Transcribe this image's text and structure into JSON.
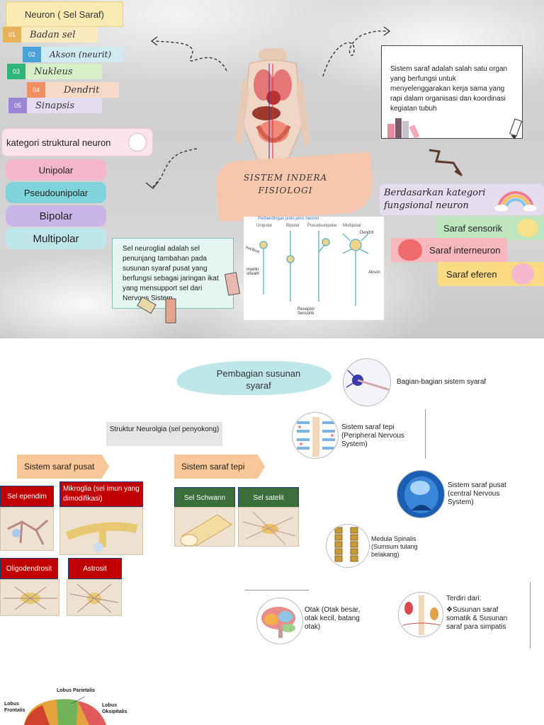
{
  "neuron_list": {
    "title": "Neuron ( Sel Saraf)",
    "items": [
      {
        "num": "01",
        "label": "Badan sel"
      },
      {
        "num": "02",
        "label": "Akson (neurit)"
      },
      {
        "num": "03",
        "label": "Nukleus"
      },
      {
        "num": "04",
        "label": "Dendrit"
      },
      {
        "num": "05",
        "label": "Sinapsis"
      }
    ]
  },
  "structural": {
    "title": "kategori struktural neuron",
    "items": [
      "Unipolar",
      "Pseudounipolar",
      "Bipolar",
      "Multipolar"
    ]
  },
  "center_title": {
    "line1": "SISTEM INDERA",
    "line2": "FISIOLOGI"
  },
  "definition_note": "Sistem saraf adalah salah satu organ yang berfungsi untuk menyelenggarakan kerja sama yang rapi dalam organisasi dan koordinasi kegiatan tubuh",
  "neuroglia_note": "Sel neuroglial adalah sel penunjang tambahan pada susunan syaraf pusat yang berfungsi sebagai jaringan ikat yang mensupport sel dari Nervous Sistem",
  "functional": {
    "title": "Berdasarkan kategori fungsional neuron",
    "items": [
      "Saraf sensorik",
      "Saraf interneuron",
      "Saraf eferen"
    ]
  },
  "neuron_figure": {
    "heading": "Perbandingan jenis-jenis neuron",
    "types": [
      "Unipolar",
      "Bipolar",
      "Pseudounipolar",
      "Multipolar"
    ],
    "labels": {
      "nucleus": "nucleus",
      "myelin": "myelin sheath",
      "dendrit": "Dendrit",
      "akson": "Akson",
      "reseptor": "Reseptor Sensorik"
    }
  },
  "bottom": {
    "division_title": "Pembagian susunan syaraf",
    "parts_label": "Bagian-bagian sistem syaraf",
    "pns_label": "Sistem saraf tepi (Peripheral Nervous System)",
    "cns_label": "Sistem saraf pusat (central Nervous System)",
    "spinal_label": "Medula Spinalis (Sumsum tulang belakang)",
    "brain_label": "Otak (Otak besar, otak kecil, batang otak)",
    "consists_title": "Terdiri dari:",
    "consists_item": "❖Susunan saraf somatik & Susunan saraf para simpatis",
    "neuroglia_title": "Struktur Neurolgia (sel penyokong)",
    "cns_tag": "Sistem saraf pusat",
    "pns_tag": "Sistem saraf tepi",
    "cells": [
      "Sel ependim",
      "Mikroglia (sel imun yang dimodifikasi)",
      "Oligodendrosit",
      "Astrosit",
      "Sel Schwann",
      "Sel satelit"
    ],
    "brain_lobes": [
      "Lobus Parietalis",
      "Lobus Frontalis",
      "Lobus Oksipitalis"
    ]
  },
  "colors": {
    "title_tag": "#f9eab2",
    "unipolar": "#f4b6c9",
    "pseudounipolar": "#7fd4dc",
    "bipolar": "#c9b6e6",
    "multipolar": "#bfe6ea",
    "saraf_sensorik": "#bfe5bf",
    "saraf_interneuron": "#f6b7bd",
    "saraf_eferen": "#f9db84",
    "cell_label_red": "#c00000",
    "cell_label_green": "#3a6e3a"
  }
}
